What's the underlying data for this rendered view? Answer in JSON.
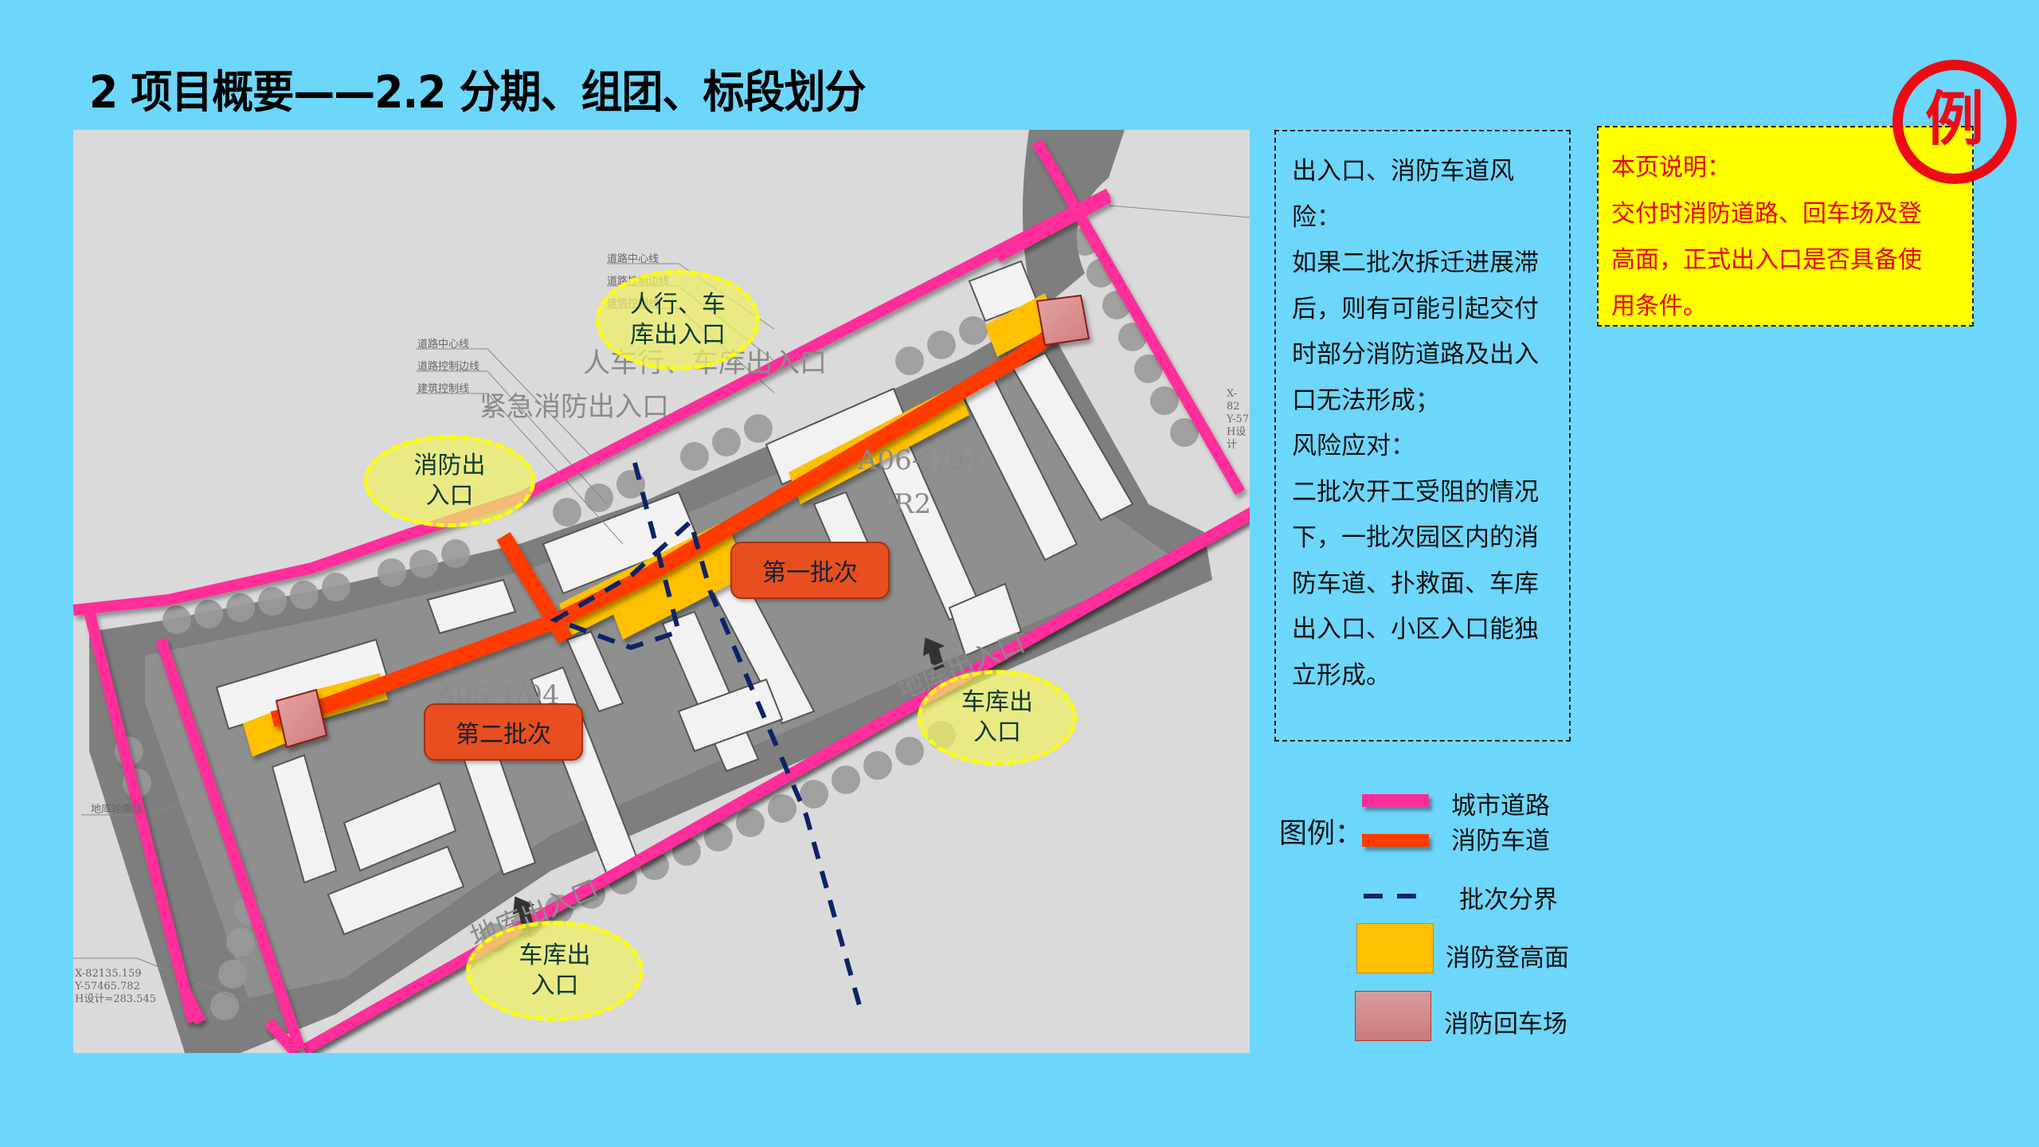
{
  "page": {
    "title": "2 项目概要——2.2 分期、组团、标段划分",
    "background_color": "#6dd6fb"
  },
  "stamp": {
    "text": "例",
    "color": "#ec0b14"
  },
  "risk_box": {
    "lines": [
      "出入口、消防车道风险：",
      "如果二批次拆迁进展滞",
      "后，则有可能引起交付",
      "时部分消防道路及出入",
      "口无法形成；",
      "风险应对：",
      "二批次开工受阻的情况",
      "下，一批次园区内的消",
      "防车道、扑救面、车库",
      "出入口、小区入口能独",
      "立形成。"
    ]
  },
  "note_box": {
    "background": "#ffff00",
    "text_color": "#e8000b",
    "lines": [
      "本页说明：",
      "交付时消防道路、回车场及登",
      "高面，正式出入口是否具备使",
      "用条件。"
    ]
  },
  "legend": {
    "title": "图例：",
    "items": [
      {
        "label": "城市道路",
        "icon": "pink-line",
        "color": "#ff2e9a"
      },
      {
        "label": "消防车道",
        "icon": "red-line",
        "color": "#ff3a00"
      },
      {
        "label": "批次分界",
        "icon": "navy-dashed-line",
        "color": "#0c2366"
      },
      {
        "label": "消防登高面",
        "icon": "orange-box",
        "color": "#ffc000"
      },
      {
        "label": "消防回车场",
        "icon": "pink-box",
        "color": "#d98d8d"
      }
    ]
  },
  "map": {
    "phase_labels": [
      {
        "text": "第一批次"
      },
      {
        "text": "第二批次"
      }
    ],
    "entrance_bubbles": [
      {
        "text": "人行、车\n库出入口"
      },
      {
        "text": "消防出\n入口"
      },
      {
        "text": "车库出\n入口"
      },
      {
        "text": "车库出\n入口"
      }
    ],
    "cad_annotations": {
      "road_center_line": "道路中心线",
      "road_control_line": "道路控制边线",
      "building_control_line": "建筑控制线",
      "basement_outline": "地库轮廓线",
      "ped_vehicle_entrance": "人车行、车库出入口",
      "emergency_fire_entrance": "紧急消防出入口",
      "parcel_1": "A06-1/04",
      "parcel_1_zone": "R2",
      "parcel_2": "A05-1/04",
      "garage_entrance_1": "地库出入口",
      "garage_entrance_2": "地库出入口"
    },
    "coords_bottom_left": "X-82135.159\nY-57465.782\nH设计=283.545",
    "coords_top_right": "X-82\nY-57\nH设计"
  }
}
